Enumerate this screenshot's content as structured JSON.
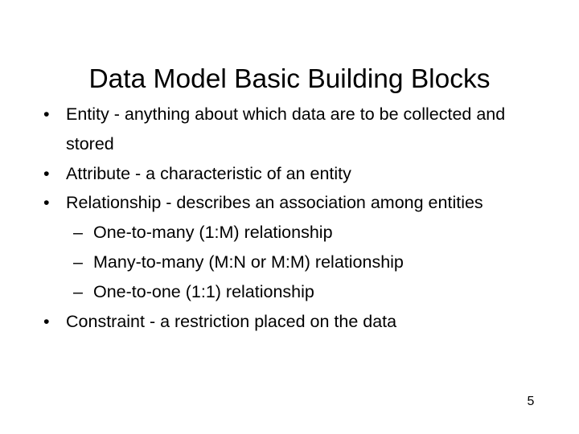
{
  "slide": {
    "title": "Data Model Basic Building Blocks",
    "page_number": "5",
    "background_color": "#ffffff",
    "text_color": "#000000",
    "bullet_marker": "•",
    "dash_marker": "–",
    "bullets": [
      {
        "level": 1,
        "marker": "•",
        "text": "Entity - anything about which data are to be collected and stored"
      },
      {
        "level": 1,
        "marker": "•",
        "text": "Attribute - a characteristic of an entity"
      },
      {
        "level": 1,
        "marker": "•",
        "text": "Relationship - describes an association among entities"
      },
      {
        "level": 2,
        "marker": "–",
        "text": "One-to-many (1:M) relationship"
      },
      {
        "level": 2,
        "marker": "–",
        "text": "Many-to-many (M:N or M:M) relationship"
      },
      {
        "level": 2,
        "marker": "–",
        "text": "One-to-one (1:1) relationship"
      },
      {
        "level": 1,
        "marker": "•",
        "text": "Constraint - a restriction placed on the data"
      }
    ]
  }
}
